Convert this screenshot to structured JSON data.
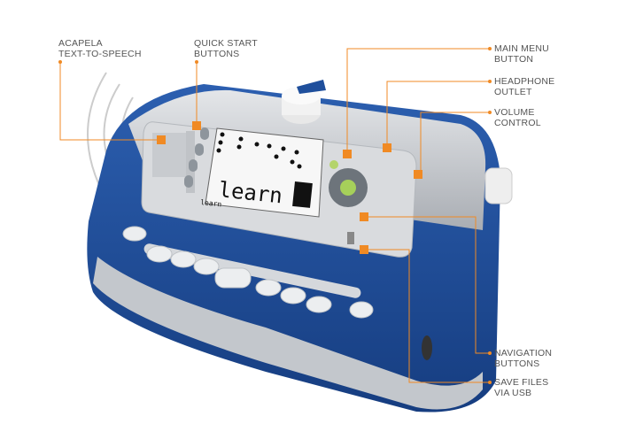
{
  "colors": {
    "accent": "#f08a24",
    "body_blue": "#1f4f9c",
    "silver": "#c9ccd0"
  },
  "screen": {
    "big_word": "learn",
    "small_word": "learn"
  },
  "callouts": [
    {
      "id": "tts",
      "lines": [
        "ACAPELA",
        "TEXT-TO-SPEECH"
      ]
    },
    {
      "id": "quick",
      "lines": [
        "QUICK START",
        "BUTTONS"
      ]
    },
    {
      "id": "menu",
      "lines": [
        "MAIN MENU",
        "BUTTON"
      ]
    },
    {
      "id": "headphone",
      "lines": [
        "HEADPHONE",
        "OUTLET"
      ]
    },
    {
      "id": "volume",
      "lines": [
        "VOLUME",
        "CONTROL"
      ]
    },
    {
      "id": "nav",
      "lines": [
        "NAVIGATION",
        "BUTTONS"
      ]
    },
    {
      "id": "usb",
      "lines": [
        "SAVE FILES",
        "VIA USB"
      ]
    }
  ]
}
